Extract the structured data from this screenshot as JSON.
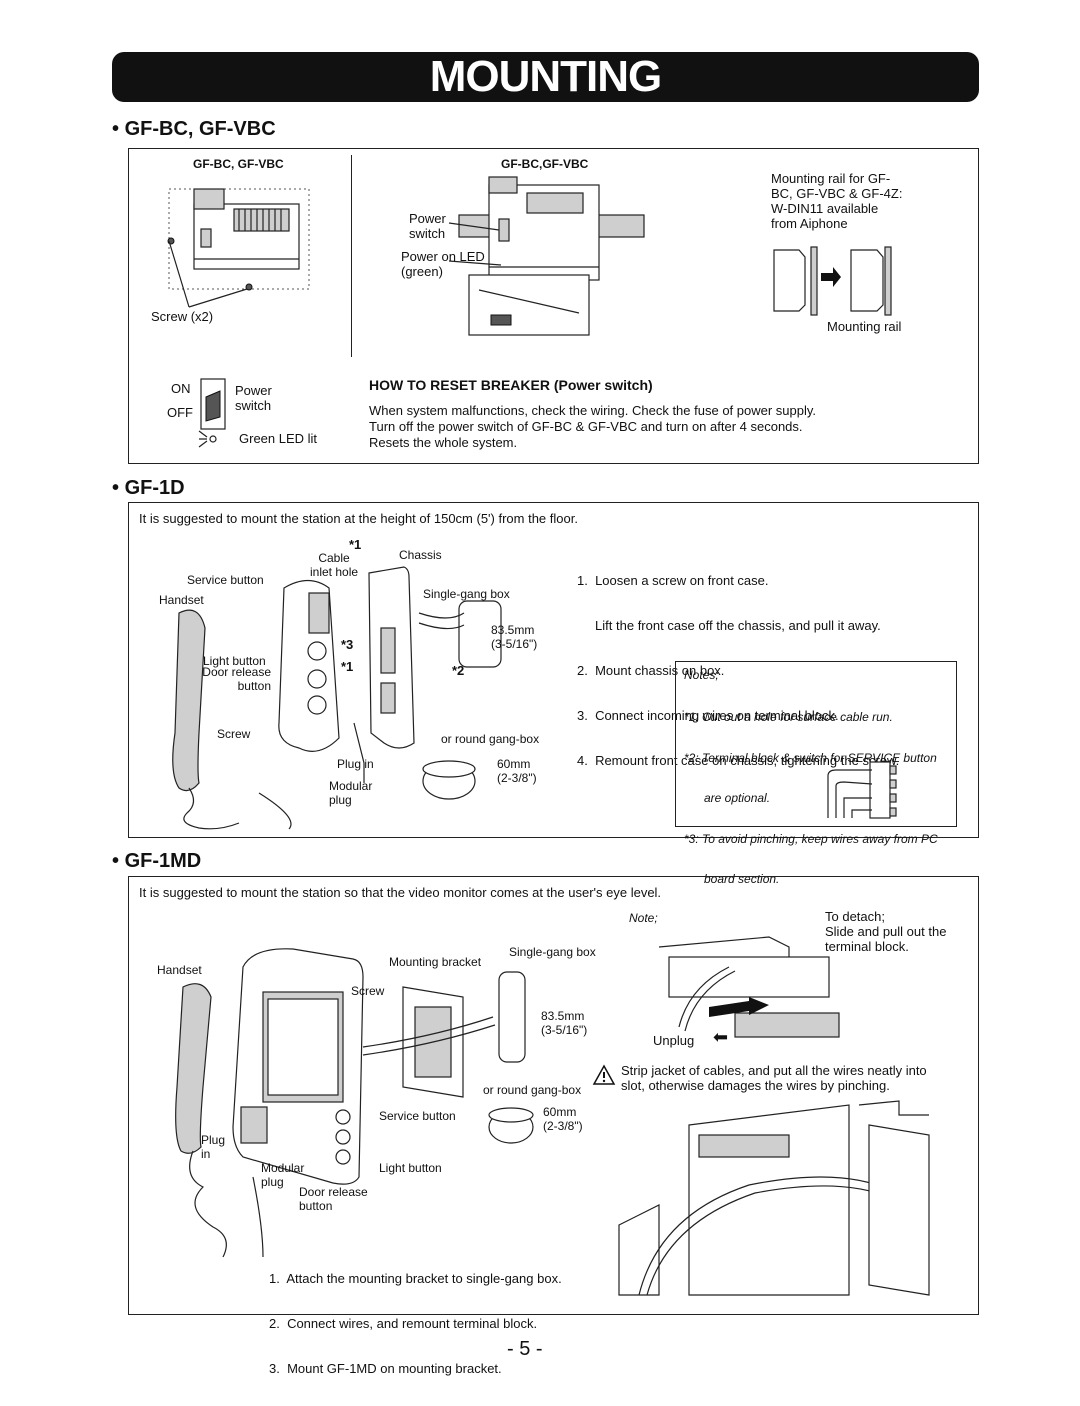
{
  "banner": "MOUNTING",
  "sec1": {
    "title": "GF-BC, GF-VBC",
    "fig1_title": "GF-BC, GF-VBC",
    "screw": "Screw (x2)",
    "fig2_title": "GF-BC,GF-VBC",
    "power_switch": [
      "Power",
      "switch"
    ],
    "power_led": [
      "Power on LED",
      "(green)"
    ],
    "rail_note": [
      "Mounting rail for GF-",
      "BC, GF-VBC & GF-4Z:",
      "W-DIN11 available",
      "from Aiphone"
    ],
    "mounting_rail": "Mounting rail",
    "on": "ON",
    "off": "OFF",
    "sw_label": [
      "Power",
      "switch"
    ],
    "green_led": "Green LED lit",
    "reset_title": "HOW TO RESET  BREAKER (Power switch)",
    "reset_lines": [
      "When system malfunctions, check the wiring.  Check the fuse of power supply.",
      "Turn off the power switch of GF-BC & GF-VBC and turn on after 4 seconds.",
      "Resets the whole system."
    ]
  },
  "sec2": {
    "title": "GF-1D",
    "intro": "It is suggested to mount the station at the height of 150cm (5') from the floor.",
    "labels": {
      "star1a": "*1",
      "cable_inlet": [
        "Cable",
        "inlet hole"
      ],
      "chassis": "Chassis",
      "service_button": "Service button",
      "handset": "Handset",
      "single_gang": "Single-gang box",
      "dim1": [
        "83.5mm",
        "(3-5/16\")"
      ],
      "star3": "*3",
      "star1b": "*1",
      "light_button": "Light button",
      "door_release": [
        "Door release",
        "button"
      ],
      "star2": "*2",
      "screw": "Screw",
      "round_box": "or round gang-box",
      "plug_in": "Plug in",
      "dim2": [
        "60mm",
        "(2-3/8\")"
      ],
      "modular": [
        "Modular",
        "plug"
      ]
    },
    "steps": [
      "1.  Loosen a screw on front case.",
      "     Lift the front case off the chassis, and pull it away.",
      "2.  Mount chassis on box.",
      "3.  Connect incoming wires on terminal block.",
      "4.  Remount front case on chassis, tightening the screw."
    ],
    "notes_title": "Notes;",
    "notes": [
      "*1: Cut out a hole for surface cable run.",
      "*2: Terminal block & switch for SERVICE button",
      "      are optional.",
      "*3: To avoid pinching, keep wires away from PC",
      "      board section."
    ]
  },
  "sec3": {
    "title": "GF-1MD",
    "intro": "It is suggested to mount the station so that the video monitor comes at the user's eye level.",
    "labels": {
      "handset": "Handset",
      "mounting_bracket": "Mounting bracket",
      "single_gang": "Single-gang box",
      "screw": "Screw",
      "dim1": [
        "83.5mm",
        "(3-5/16\")"
      ],
      "round_box": "or round gang-box",
      "service_button": "Service button",
      "dim2": [
        "60mm",
        "(2-3/8\")"
      ],
      "plug_in": [
        "Plug",
        "in"
      ],
      "modular": [
        "Modular",
        "plug"
      ],
      "light_button": "Light button",
      "door_release": [
        "Door release",
        "button"
      ]
    },
    "note": "Note;",
    "detach": [
      "To detach;",
      "Slide and pull out the",
      "terminal block."
    ],
    "unplug": "Unplug",
    "warning": [
      "Strip jacket of cables, and put all the wires neatly into",
      "slot, otherwise damages the wires by pinching."
    ],
    "steps": [
      "1.  Attach the mounting bracket to single-gang box.",
      "2.  Connect wires, and remount terminal block.",
      "3.  Mount GF-1MD on mounting bracket."
    ]
  },
  "page_number": "- 5 -"
}
